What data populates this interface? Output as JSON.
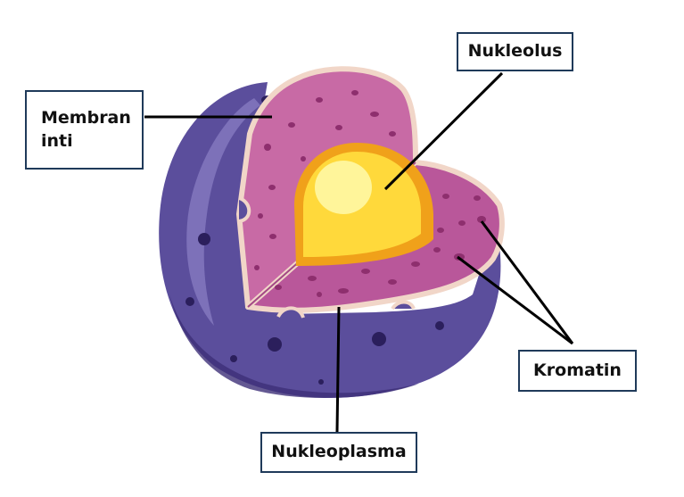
{
  "labels": {
    "membran_line1": "Membran",
    "membran_line2": "inti",
    "nukleolus": "Nukleolus",
    "kromatin": "Kromatin",
    "nukleoplasma": "Nukleoplasma"
  },
  "colors": {
    "outer_shell": "#5b4e9c",
    "outer_shell_dark": "#3d2f78",
    "outer_highlight": "#8b80c6",
    "nucleoplasm": "#c86aa5",
    "nucleoplasm_dark": "#a34985",
    "membrane_edge": "#f1d6c8",
    "chromatin_spots": "#8e2f6e",
    "nucleolus_outer": "#f0a11a",
    "nucleolus_inner": "#ffd93b",
    "nucleolus_core": "#fff59a",
    "label_border": "#1f3a5a"
  }
}
